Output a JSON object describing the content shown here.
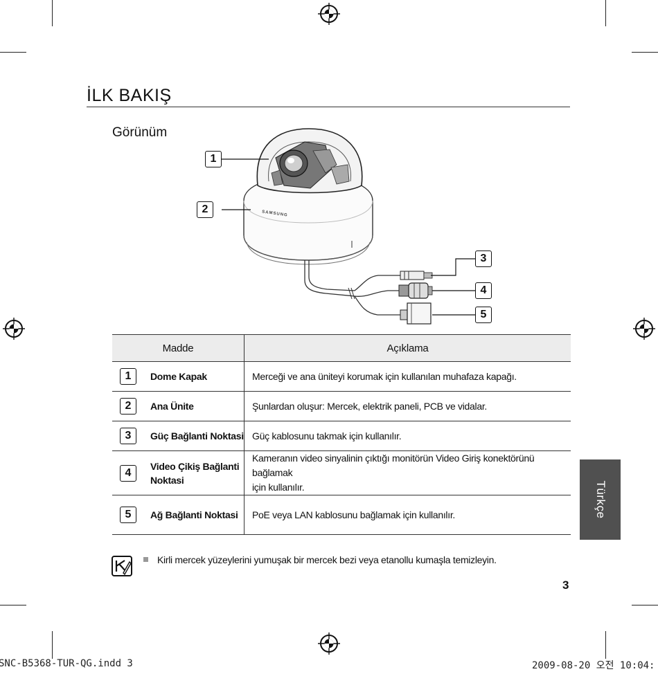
{
  "page": {
    "title": "İLK BAKIŞ",
    "section_title": "Görünüm",
    "page_number": "3",
    "language_tab": "Türkçe"
  },
  "diagram": {
    "callouts": [
      "1",
      "2",
      "3",
      "4",
      "5"
    ],
    "brand_mark": "SAMSUNG"
  },
  "table": {
    "headers": {
      "item": "Madde",
      "description": "Açıklama"
    },
    "rows": [
      {
        "num": "1",
        "name": "Dome Kapak",
        "desc": "Merceği ve ana üniteyi korumak için kullanılan muhafaza kapağı."
      },
      {
        "num": "2",
        "name": "Ana Ünite",
        "desc": "Şunlardan oluşur: Mercek, elektrik paneli, PCB ve vidalar."
      },
      {
        "num": "3",
        "name": "Güç Bağlanti Noktasi",
        "desc": "Güç kablosunu takmak için kullanılır."
      },
      {
        "num": "4",
        "name_line1": "Video Çikiş Bağlanti",
        "name_line2": "Noktasi",
        "desc_line1": "Kameranın video sinyalinin çıktığı monitörün Video Giriş konektörünü bağlamak",
        "desc_line2": "için kullanılır."
      },
      {
        "num": "5",
        "name": "Ağ Bağlanti Noktasi",
        "desc": "PoE veya LAN kablosunu bağlamak için kullanılır."
      }
    ]
  },
  "note": {
    "text": "Kirli mercek yüzeylerini yumuşak bir mercek bezi veya etanollu kumaşla temizleyin."
  },
  "slug": {
    "left": "SNC-B5368-TUR-QG.indd   3",
    "right": "2009-08-20   오전 10:04:"
  }
}
